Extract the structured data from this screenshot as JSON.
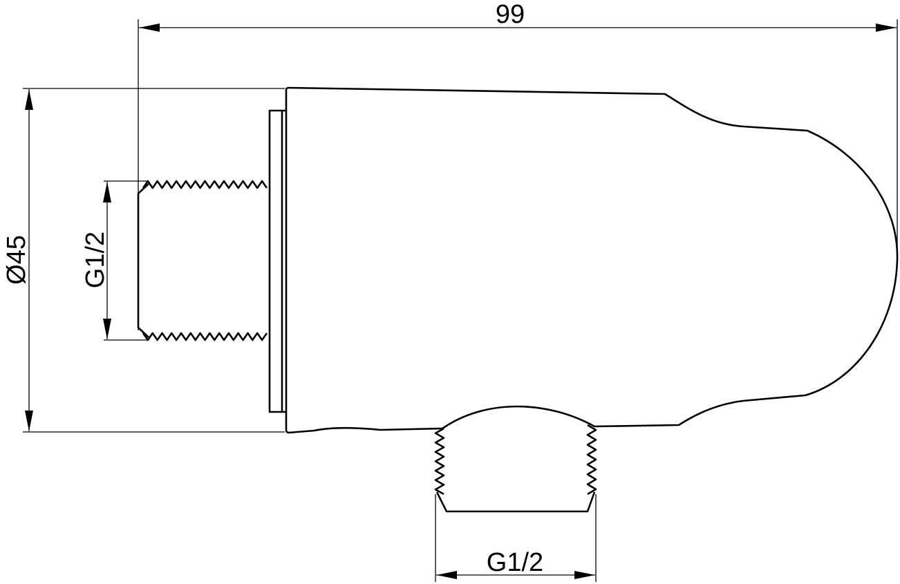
{
  "dimensions": {
    "overall_length": "99",
    "diameter": "Ø45",
    "rear_thread": "G1/2",
    "bottom_thread": "G1/2"
  },
  "colors": {
    "line": "#000000",
    "background": "#ffffff"
  }
}
